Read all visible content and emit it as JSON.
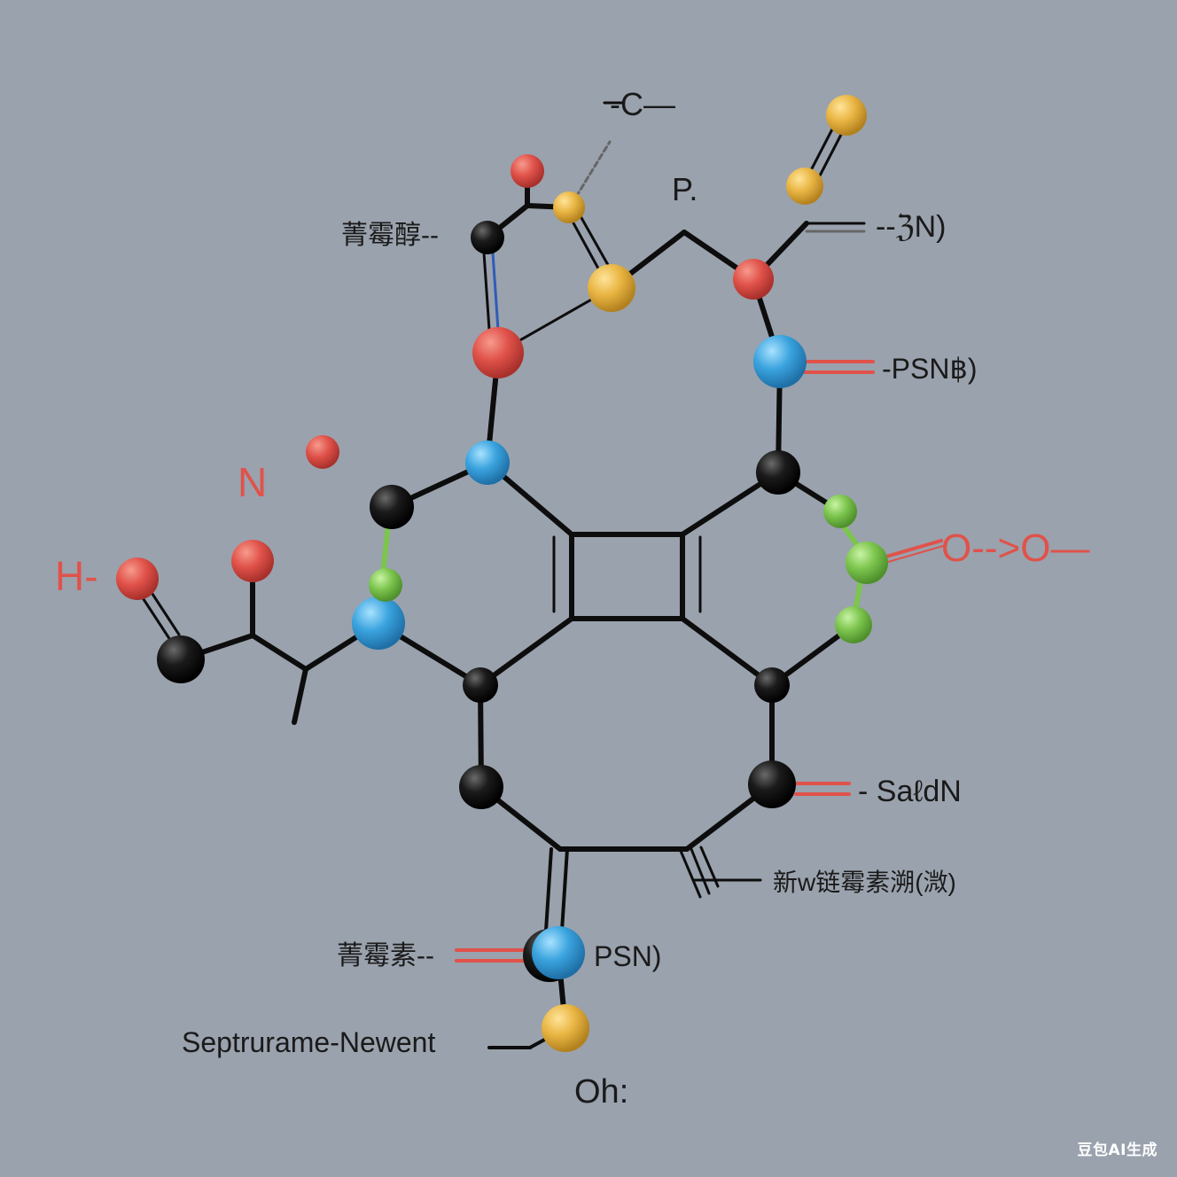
{
  "labels": {
    "top_c": "-C—",
    "top_p": "P.",
    "top_right_n": "--ℨN)",
    "left_upper_cn": "菁霉醇--",
    "right_psn": "-PSN฿)",
    "left_n": "N",
    "left_h": "H-",
    "right_o": "O-->O—",
    "right_saldn": "- SaℓdN",
    "right_lower_cn": "新w链霉素溯(溦)",
    "bottom_cn": "菁霉素--",
    "bottom_psn": "PSN)",
    "bottom_name": "Septrurame-Newent",
    "bottom_oh": "Oh:"
  },
  "watermark": "豆包AI生成",
  "colors": {
    "background": "#9aa2ad",
    "bond": "#0d0d0d",
    "atom_black": "#111111",
    "atom_red": "#e0524a",
    "atom_blue": "#3aa3de",
    "atom_yellow": "#e9b543",
    "atom_green": "#7cc54e",
    "label_red": "#e0524a"
  }
}
